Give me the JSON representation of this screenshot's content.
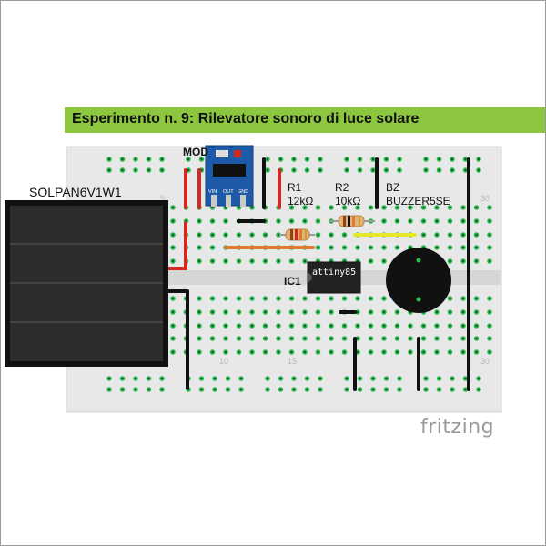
{
  "title": "Esperimento n. 9: Rilevatore sonoro di luce solare",
  "brand": "fritzing",
  "colors": {
    "title_bar": "#8dc63f",
    "board": "#e8e8e8",
    "hole_green": "#2dbb52",
    "wire_red": "#d6261f",
    "wire_black": "#111111",
    "wire_orange": "#e17a2c",
    "wire_yellow": "#e8e62a",
    "module_blue": "#1f5aa8"
  },
  "components": {
    "module": {
      "label": "MOD",
      "pins": [
        "VIN",
        "OUT",
        "GND"
      ]
    },
    "r1": {
      "ref": "R1",
      "value": "12kΩ"
    },
    "r2": {
      "ref": "R2",
      "value": "10kΩ"
    },
    "buzzer": {
      "ref": "BZ",
      "part": "BUZZER5SE"
    },
    "ic": {
      "ref": "IC1",
      "part": "attiny85"
    },
    "solar_panel": {
      "part": "SOLPAN6V1W1"
    }
  },
  "column_numbers": {
    "top": [
      "5",
      "30"
    ],
    "bottom": [
      "10",
      "15",
      "30"
    ]
  }
}
